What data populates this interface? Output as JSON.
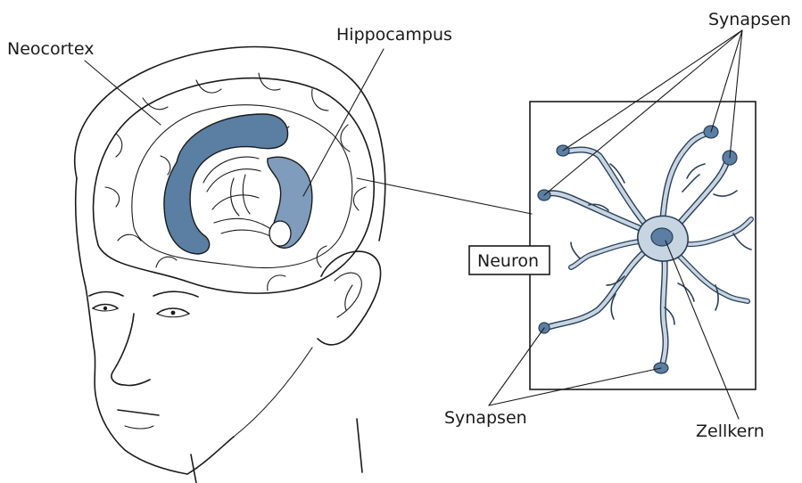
{
  "labels": {
    "neocortex": "Neocortex",
    "hippocampus": "Hippocampus",
    "neuron": "Neuron",
    "synapsen_top": "Synapsen",
    "synapsen_bottom": "Synapsen",
    "zellkern": "Zellkern"
  },
  "colors": {
    "hippocampus_dark": "#5b7ea3",
    "hippocampus_light": "#7f9cbc",
    "neuron_fill": "#c7d5e3",
    "neuron_stroke": "#2a3f55",
    "ink": "#1a1a1a"
  }
}
